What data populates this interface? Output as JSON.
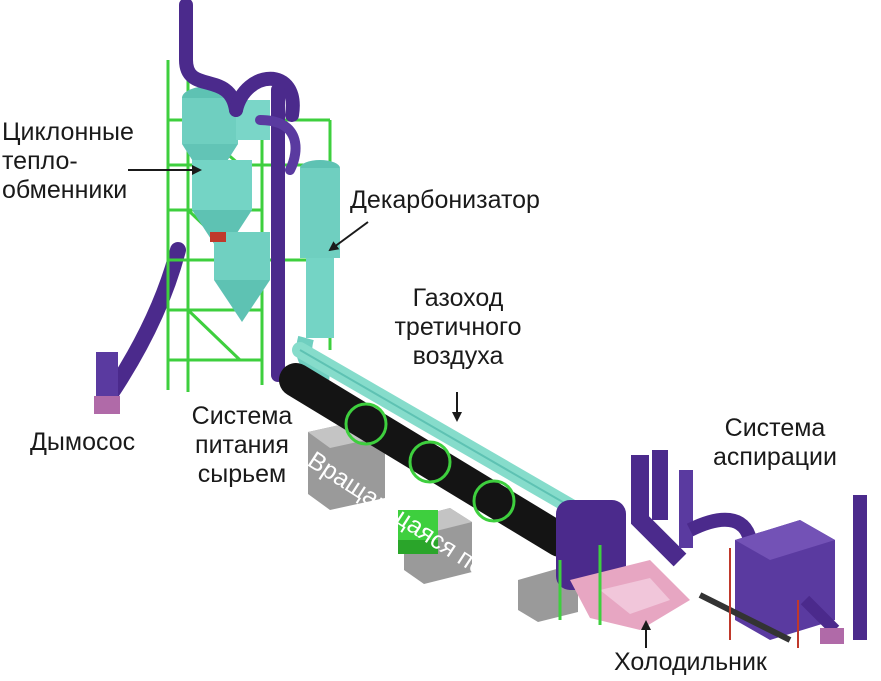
{
  "labels": {
    "cyclone_heat_exchangers": "Циклонные\nтепло-\nобменники",
    "decarbonizer": "Декарбонизатор",
    "tertiary_air_duct": "Газоход\nтретичного\nвоздуха",
    "exhaust_fan": "Дымосос",
    "raw_feed_system": "Система\nпитания\nсырьем",
    "rotary_kiln": "Вращающаяся печь",
    "aspiration_system": "Система\nаспирации",
    "cooler": "Холодильник"
  },
  "colors": {
    "cyclone": "#6fcfc0",
    "duct_purple": "#4b2a8c",
    "frame_green": "#3ecf3e",
    "kiln_black": "#141414",
    "tertiary_duct": "#86dccb",
    "foundation_gray": "#9a9a9a",
    "cooler_pink": "#e7a6c2",
    "red_accent": "#c0392b"
  }
}
